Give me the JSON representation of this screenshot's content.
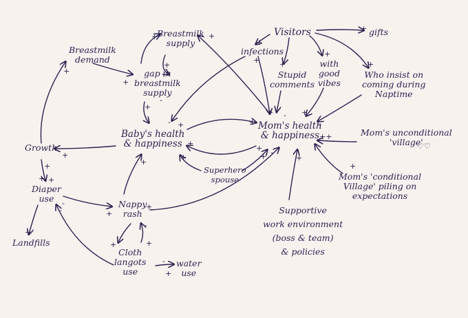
{
  "nodes": {
    "breastmilk_supply": "Breastmilk\nsupply",
    "breastmilk_demand": "Breastmilk\ndemand",
    "gap": "gap in\nbreastmilk\nsupply",
    "visitors": "Visitors",
    "gifts": "gifts",
    "infections": "infections",
    "stupid_comments": "Stupid\ncomments",
    "good_vibes": "with\ngood\nvibes",
    "naptime": "Who insist on\ncoming during\nNaptime",
    "baby": "Baby's health\n& happiness",
    "mom": "Mom's health\n& happiness",
    "growth": "Growth",
    "unconditional": "Mom's unconditional\n'village'",
    "hearts": "♡♡",
    "superhero": "Superhero\nspouse",
    "conditional": "Mom's 'conditional\nVillage' piling on\nexpectations",
    "diaper": "Diaper\nuse",
    "nappy": "Nappy\nrash",
    "landfills": "Landfills",
    "work": "Supportive\nwork environment\n(boss & team)\n& policies",
    "cloth": "Cloth\nlangots\nuse",
    "water": "water\nuse"
  },
  "signs": {
    "s1": "+",
    "s2": "+",
    "s3": "+",
    "s4": "+",
    "s5": "+",
    "s6": "+",
    "s7": "+",
    "s8": "+",
    "s9": "+",
    "s10": "+",
    "s11": "-",
    "s12": "-",
    "s13": "+",
    "s14": "+",
    "s15": "-",
    "s16": "+",
    "s17": "-",
    "s18": "+",
    "s19": "+",
    "s20": "-",
    "s21": "+",
    "s22": "+",
    "s23": "+",
    "s24": "+",
    "s25": "+",
    "s26": "++",
    "s27": "-",
    "s28": "+",
    "s29": "+",
    "s30": "-",
    "s31": "+",
    "s32": "+",
    "s33": "+",
    "s34": "-",
    "s35": "+",
    "s36": "+",
    "s37": "+",
    "s38": "-",
    "s39": "+",
    "s40": "+",
    "s41": "+",
    "s42": "-",
    "s43": "+",
    "s44": "+",
    "s45": "-"
  }
}
